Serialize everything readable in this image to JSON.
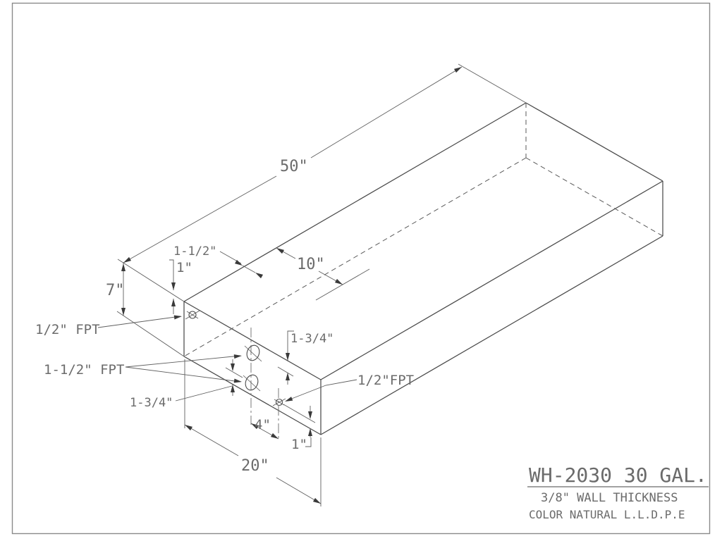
{
  "drawing": {
    "dim_labels": {
      "length": "50\"",
      "offset10": "10\"",
      "height": "7\"",
      "width20": "20\"",
      "spacing4": "4\"",
      "one_top": "1\"",
      "one_bottom": "1\"",
      "one_half_top": "1-1/2\"",
      "one_three_quarter_right": "1-3/4\"",
      "one_three_quarter_left": "1-3/4\""
    },
    "fitting_labels": {
      "half_fpt_left": "1/2\" FPT",
      "one_half_fpt_left": "1-1/2\" FPT",
      "half_fpt_right": "1/2\"FPT"
    },
    "title_block": {
      "model": "WH-2030 30 GAL.",
      "wall": "3/8\" WALL THICKNESS",
      "material": "COLOR NATURAL L.L.D.P.E"
    },
    "colors": {
      "line": "#4a4a4a",
      "text": "#6b6b6b",
      "border": "#8a8a8a",
      "background": "#ffffff"
    }
  }
}
